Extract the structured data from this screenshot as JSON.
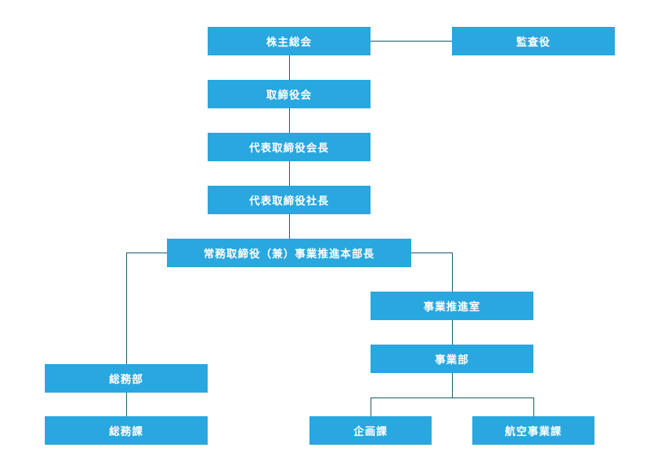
{
  "org_chart": {
    "shareholders_meeting": "株主総会",
    "auditor": "監査役",
    "board_of_directors": "取締役会",
    "representative_chairman": "代表取締役会長",
    "representative_president": "代表取締役社長",
    "managing_director": "常務取締役（兼）事業推進本部長",
    "business_promotion_office": "事業推進室",
    "business_division": "事業部",
    "general_affairs_department": "総務部",
    "general_affairs_section": "総務課",
    "planning_section": "企画課",
    "aviation_business_section": "航空事業課"
  },
  "colors": {
    "box_fill": "#29a7df",
    "box_text": "#ffffff",
    "connector": "#1f5d72"
  }
}
